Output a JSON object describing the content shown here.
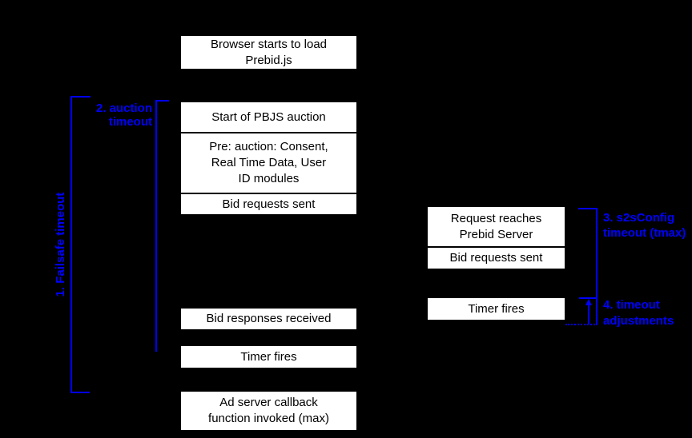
{
  "colors": {
    "background": "#000000",
    "box_fill": "#ffffff",
    "box_border": "#000000",
    "box_text": "#000000",
    "annotation_blue": "#0000fe"
  },
  "client_timeline": {
    "browser_load": "Browser starts to load\nPrebid.js",
    "auction_start": "Start of PBJS auction",
    "pre_auction": "Pre: auction: Consent,\nReal Time Data, User\nID modules",
    "bid_requests_sent": "Bid requests sent",
    "bid_responses_received": "Bid responses received",
    "timer_fires": "Timer fires",
    "ad_server_callback": "Ad server callback\nfunction invoked (max)"
  },
  "server_timeline": {
    "request_reaches_server": "Request reaches\nPrebid Server",
    "bid_requests_sent": "Bid requests sent",
    "timer_fires": "Timer fires"
  },
  "annotations": {
    "failsafe_timeout": "1. Failsafe timeout",
    "auction_timeout": "2. auction\ntimeout",
    "s2s_timeout": "3. s2sConfig\ntimeout (tmax)",
    "timeout_adjustments": "4. timeout\nadjustments"
  }
}
